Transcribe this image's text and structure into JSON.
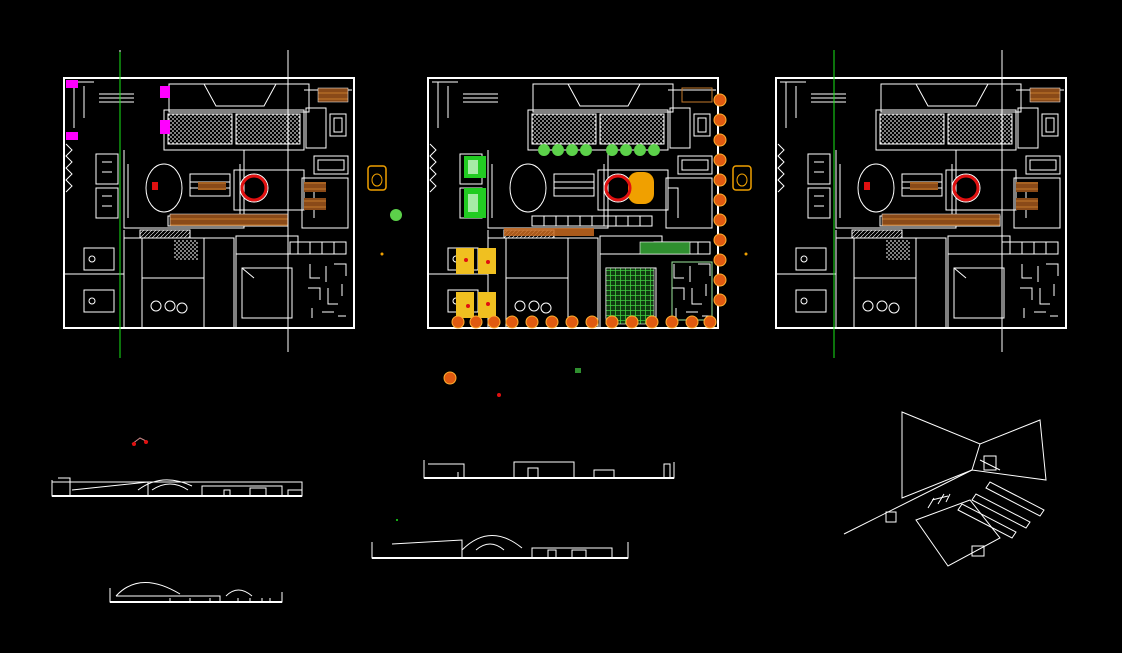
{
  "drawing": {
    "background": "#000000",
    "line_color": "#ffffff",
    "axis_line_color": "#19e619",
    "accent_colors": {
      "magenta": "#ff00ff",
      "wood": "#b5651d",
      "red": "#e01010",
      "orange_tree": "#e05a10",
      "green_block": "#22cc22",
      "yellow_block": "#f0c020",
      "hedge": "#2f8f2f",
      "bath": "#f0a000"
    },
    "views": {
      "plans": [
        "floor-plan-left",
        "floor-plan-landscaped",
        "floor-plan-right"
      ],
      "elevations": [
        "elevation-1",
        "elevation-2",
        "elevation-3",
        "elevation-4"
      ],
      "perspective": "axonometric-view"
    }
  }
}
